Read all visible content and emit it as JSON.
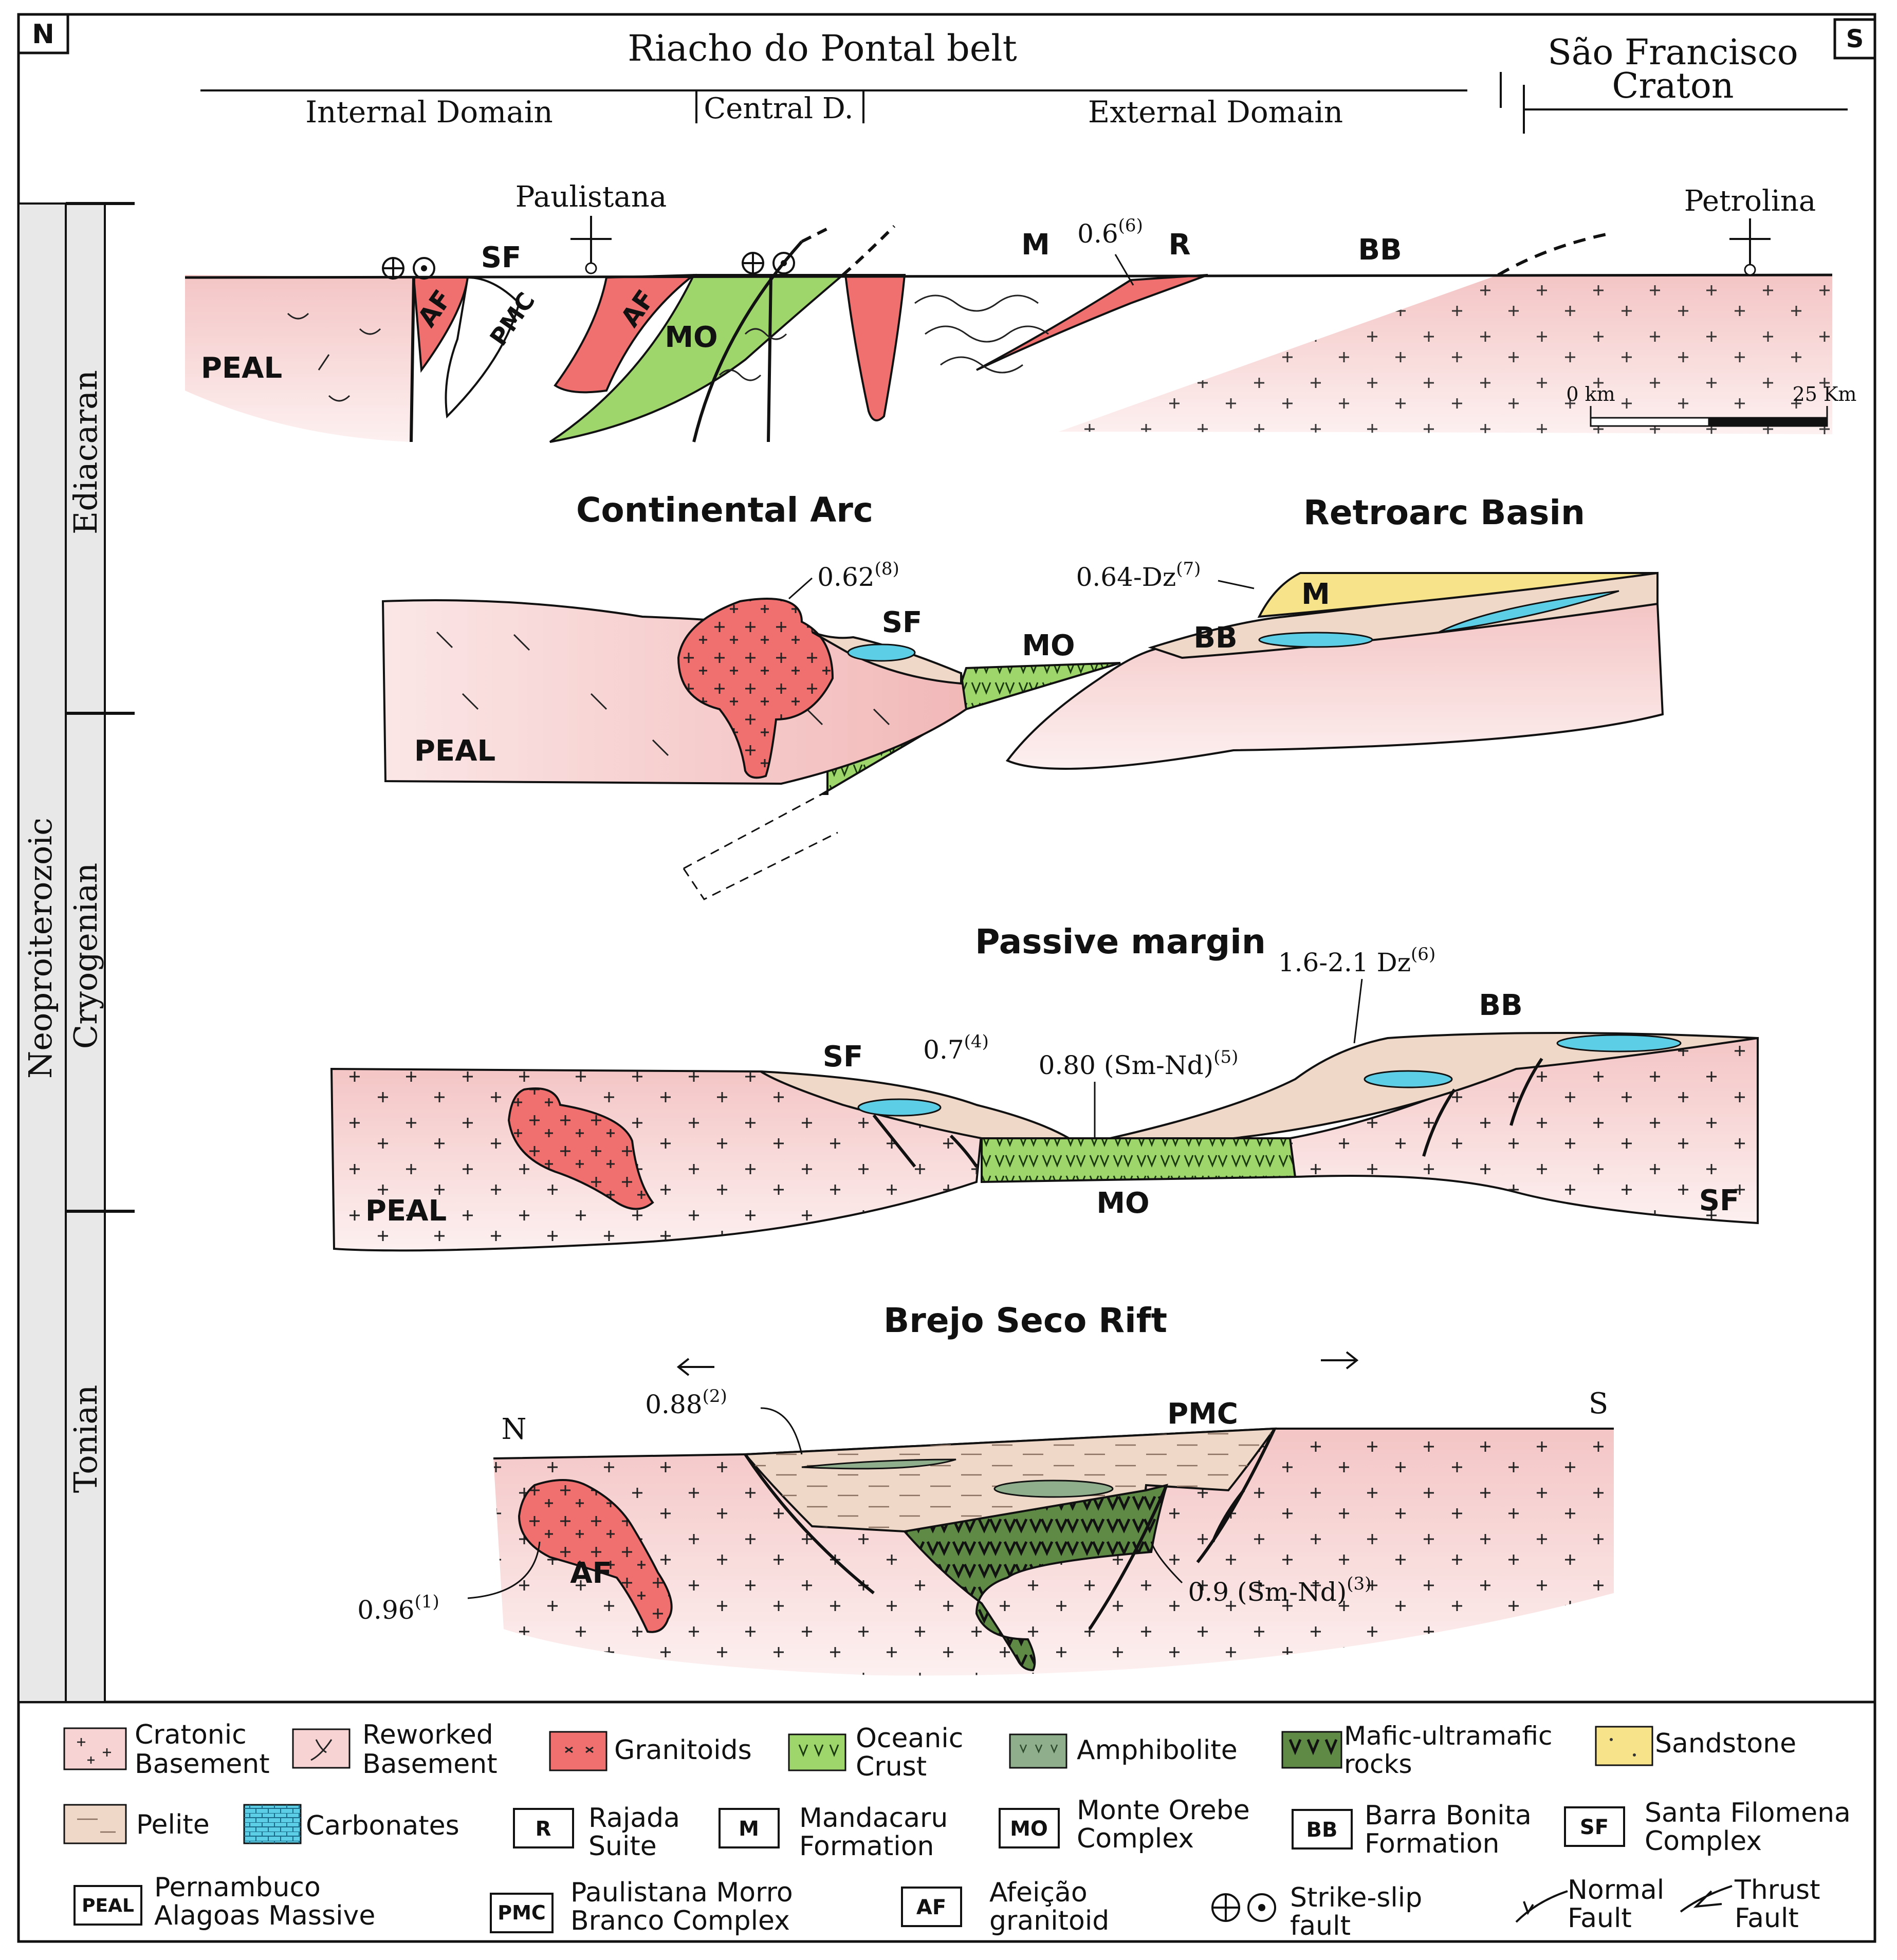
{
  "header": {
    "north": "N",
    "south": "S",
    "belt_title": "Riacho do Pontal belt",
    "craton_title_1": "São Francisco",
    "craton_title_2": "Craton",
    "internal_domain": "Internal Domain",
    "central_domain": "Central D.",
    "external_domain": "External Domain"
  },
  "timescale": {
    "era": "Neoproiterozoic",
    "periods": [
      "Ediacaran",
      "Cryogenian",
      "Tonian"
    ]
  },
  "section1": {
    "city_left": "Paulistana",
    "city_right": "Petrolina",
    "labels": [
      "PEAL",
      "AF",
      "SF",
      "PMC",
      "AF",
      "MO",
      "M",
      "R",
      "BB"
    ],
    "age": "0.6",
    "age_ref": "(6)",
    "scale_start": "0 km",
    "scale_end": "25 Km"
  },
  "section2": {
    "title_left": "Continental Arc",
    "title_right": "Retroarc Basin",
    "labels": [
      "PEAL",
      "SF",
      "MO",
      "M",
      "BB"
    ],
    "age1": "0.62",
    "age1_ref": "(8)",
    "age2": "0.64-Dz",
    "age2_ref": "(7)"
  },
  "section3": {
    "title": "Passive margin",
    "labels": [
      "PEAL",
      "SF",
      "MO",
      "BB",
      "SF"
    ],
    "age1": "0.7",
    "age1_ref": "(4)",
    "age2": "0.80 (Sm-Nd)",
    "age2_ref": "(5)",
    "age3": "1.6-2.1 Dz",
    "age3_ref": "(6)"
  },
  "section4": {
    "title": "Brejo Seco Rift",
    "labels": [
      "N",
      "S",
      "PMC",
      "AF"
    ],
    "age1": "0.88",
    "age1_ref": "(2)",
    "age2": "0.96",
    "age2_ref": "(1)",
    "age3": "0.9 (Sm-Nd)",
    "age3_ref": "(3)"
  },
  "legend": {
    "row1": [
      {
        "line1": "Cratonic",
        "line2": "Basement"
      },
      {
        "line1": "Reworked",
        "line2": "Basement"
      },
      {
        "line1": "Granitoids",
        "line2": ""
      },
      {
        "line1": "Oceanic",
        "line2": "Crust"
      },
      {
        "line1": "Amphibolite",
        "line2": ""
      },
      {
        "line1": "Mafic-ultramafic",
        "line2": "rocks"
      },
      {
        "line1": "Sandstone",
        "line2": ""
      }
    ],
    "row2": [
      {
        "line1": "Pelite",
        "line2": ""
      },
      {
        "line1": "Carbonates",
        "line2": ""
      },
      {
        "abbr": "R",
        "line1": "Rajada",
        "line2": "Suite"
      },
      {
        "abbr": "M",
        "line1": "Mandacaru",
        "line2": "Formation"
      },
      {
        "abbr": "MO",
        "line1": "Monte Orebe",
        "line2": "Complex"
      },
      {
        "abbr": "BB",
        "line1": "Barra Bonita",
        "line2": "Formation"
      },
      {
        "abbr": "SF",
        "line1": "Santa Filomena",
        "line2": "Complex"
      }
    ],
    "row3": [
      {
        "abbr": "PEAL",
        "line1": "Pernambuco",
        "line2": "Alagoas Massive"
      },
      {
        "abbr": "PMC",
        "line1": "Paulistana Morro",
        "line2": "Branco Complex"
      },
      {
        "abbr": "AF",
        "line1": "Afeição",
        "line2": "granitoid"
      },
      {
        "line1": "Strike-slip",
        "line2": "fault"
      },
      {
        "line1": "Normal",
        "line2": "Fault"
      },
      {
        "line1": "Thrust",
        "line2": "Fault"
      }
    ]
  },
  "colors": {
    "cratonic": "#f8d3d3",
    "granitoid": "#f07070",
    "oceanic": "#9ed66c",
    "amphibolite": "#8fae8c",
    "mafic": "#5e8a46",
    "sandstone": "#f6e38a",
    "pelite": "#efd8c8",
    "carbonate": "#5ccfe6"
  }
}
